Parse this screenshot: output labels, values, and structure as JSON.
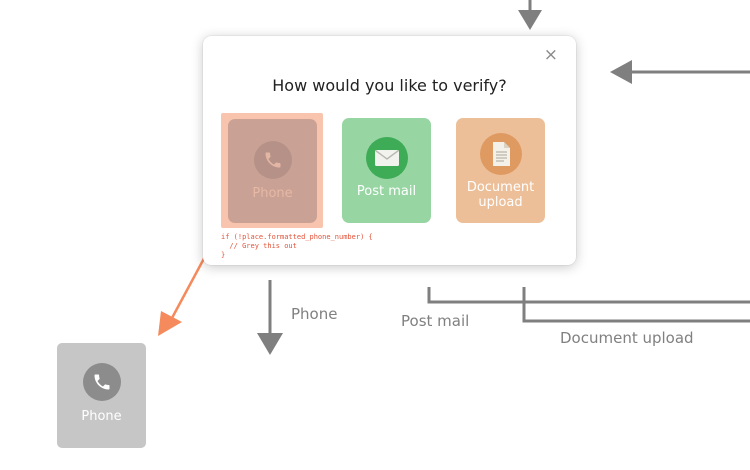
{
  "modal": {
    "title": "How would you like to verify?",
    "close_glyph": "×",
    "options": [
      {
        "label": "Phone",
        "icon": "phone-icon",
        "color": "#c9a295",
        "state": "greyed-highlighted"
      },
      {
        "label": "Post mail",
        "icon": "envelope-icon",
        "color": "#97d6a3"
      },
      {
        "label": "Document upload",
        "icon": "document-icon",
        "color": "#edbf98"
      }
    ],
    "code_annotation": "if (!place.formatted_phone_number) {\n  // Grey this out\n}"
  },
  "flow": {
    "phone_label": "Phone",
    "post_mail_label": "Post mail",
    "document_upload_label": "Document upload",
    "arrow_color": "#7f7f7f",
    "annotation_arrow_color": "#f58a5c"
  },
  "greyed_card": {
    "label": "Phone",
    "icon": "phone-icon",
    "color": "#c6c6c6"
  }
}
